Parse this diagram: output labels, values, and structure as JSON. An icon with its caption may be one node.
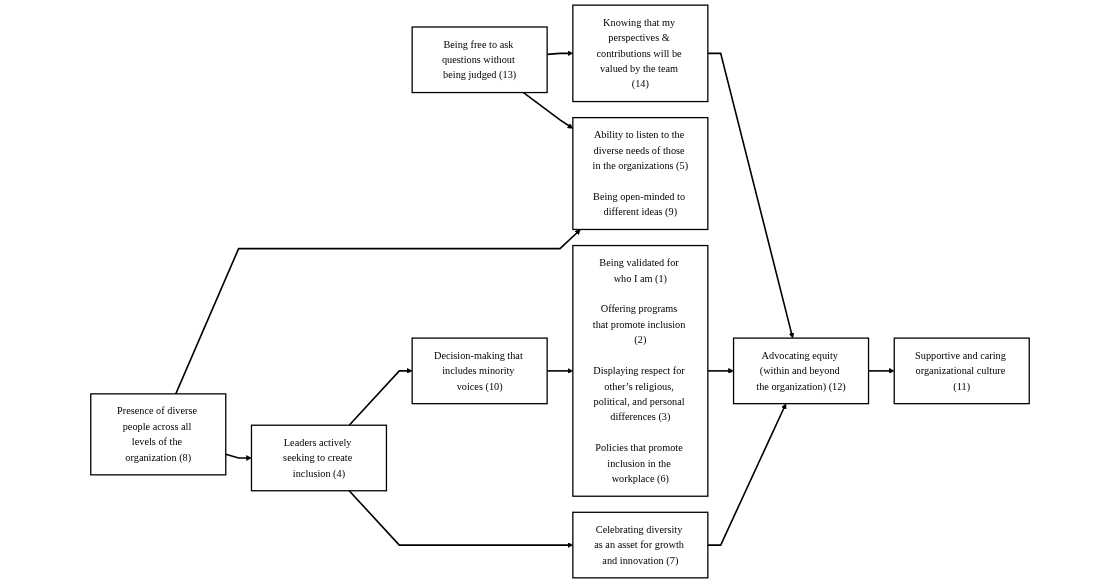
{
  "diagram": {
    "nodes": [
      {
        "text": [
          "Presence of diverse people across all levels of the organization (8)"
        ]
      },
      {
        "text": [
          "Leaders actively seeking to create inclusion (4)"
        ]
      },
      {
        "text": [
          "Celebrating diversity as an asset for growth and innovation (7)"
        ]
      },
      {
        "text": [
          "Ability to listen to the diverse needs of those in the organizations (5)",
          "Being open-minded to different ideas (9)"
        ]
      },
      {
        "text": [
          "Decision-making that includes minority voices (10)"
        ]
      },
      {
        "text": [
          "Being free to ask questions without being judged (13)"
        ]
      },
      {
        "text": [
          "Knowing that my perspectives & contributions will be valued by the team (14)"
        ]
      },
      {
        "text": [
          "Being validated for who I am (1)",
          "Offering programs that promote inclusion (2)",
          "Displaying respect for other’s religious, political, and personal differences (3)",
          "Policies that promote inclusion in the workplace (6)"
        ]
      },
      {
        "text": [
          "Advocating equity (within and beyond the organization) (12)"
        ]
      },
      {
        "text": [
          "Supportive and caring organizational culture (11)"
        ]
      }
    ],
    "edges": [
      {
        "from": 0,
        "to": 1,
        "arrow": "to"
      },
      {
        "from": 0,
        "to": 3,
        "arrow": "to"
      },
      {
        "from": 1,
        "to": 2,
        "arrow": "to"
      },
      {
        "from": 1,
        "to": 4,
        "arrow": "to"
      },
      {
        "from": 5,
        "to": 3,
        "arrow": "to"
      },
      {
        "from": 5,
        "to": 6,
        "arrow": "to"
      },
      {
        "from": 2,
        "to": 8,
        "arrow": "to"
      },
      {
        "from": 4,
        "to": 7,
        "arrow": "to"
      },
      {
        "from": 7,
        "to": 8,
        "arrow": "to"
      },
      {
        "from": 6,
        "to": 8,
        "arrow": "to"
      },
      {
        "from": 8,
        "to": 9,
        "arrow": "to"
      }
    ]
  }
}
